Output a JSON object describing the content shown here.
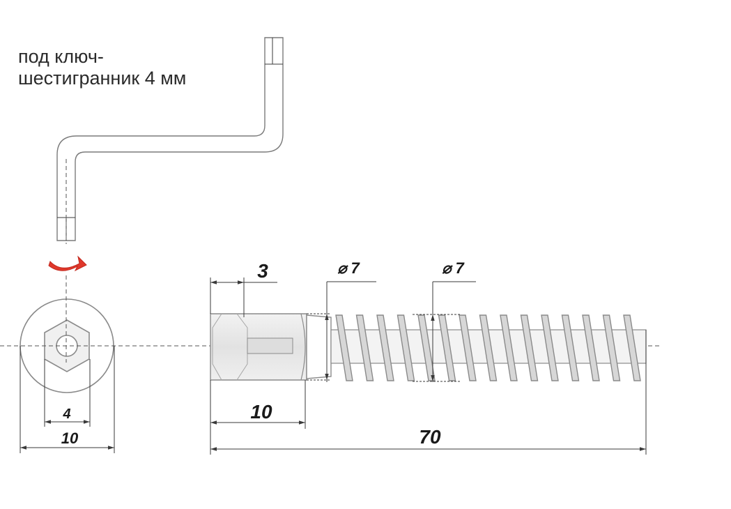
{
  "caption": {
    "line1": "под ключ-",
    "line2": "шестигранник 4 мм"
  },
  "dimensions": {
    "head_depth": "3",
    "diameter_1": "⌀ 7",
    "diameter_2": "⌀ 7",
    "hex_size": "4",
    "head_diameter": "10",
    "head_length": "10",
    "total_length": "70"
  },
  "colors": {
    "rotation_arrow": "#e0382b",
    "screw_fill": "#e4e4e4",
    "outline": "#7a7a7a"
  }
}
